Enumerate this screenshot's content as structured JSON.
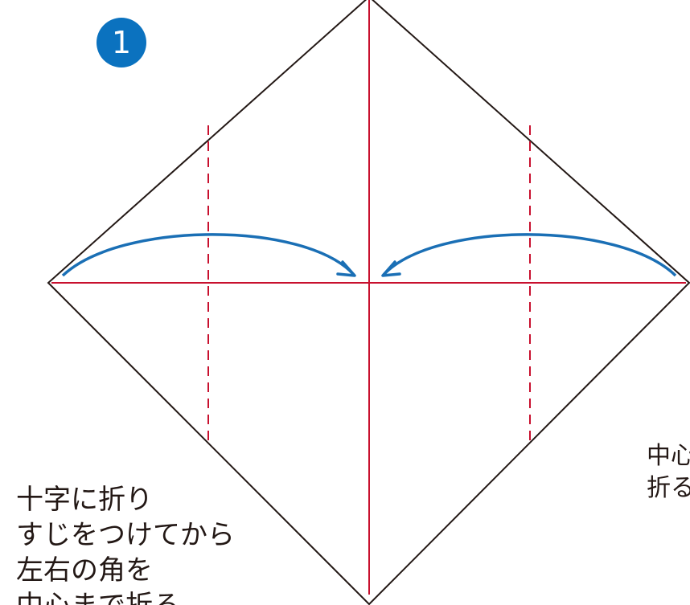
{
  "step": {
    "number": "1"
  },
  "colors": {
    "badge": "#0b72bf",
    "outline": "#231815",
    "fold_line": "#c8102e",
    "arrow": "#1a6fb5",
    "text": "#231815"
  },
  "instructions_left": [
    "十字に折り",
    "すじをつけてから",
    "左右の角を",
    "中心まで折る"
  ],
  "instructions_right": [
    "中心",
    "折る"
  ]
}
